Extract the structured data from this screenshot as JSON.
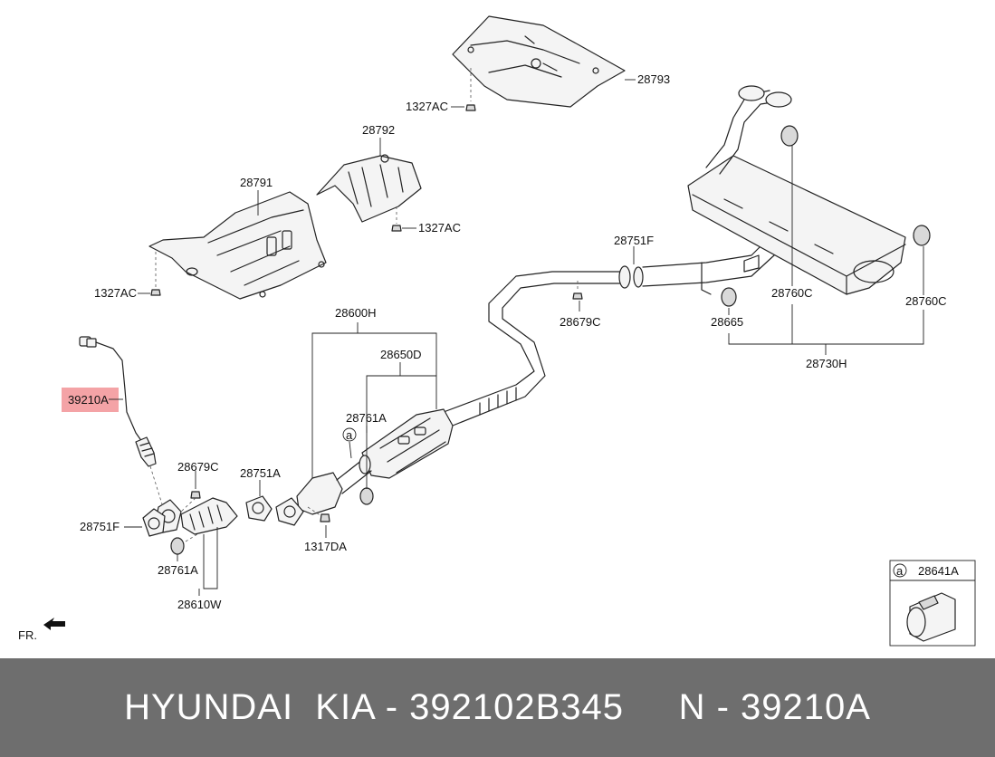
{
  "labels": {
    "p28793": "28793",
    "p1327ac_top": "1327AC",
    "p28792": "28792",
    "p28791": "28791",
    "p1327ac_mid": "1327AC",
    "p1327ac_left": "1327AC",
    "p28751f_right": "28751F",
    "p28679c_right": "28679C",
    "p28665": "28665",
    "p28760c_a": "28760C",
    "p28760c_b": "28760C",
    "p28730h": "28730H",
    "p28600h": "28600H",
    "p28650d": "28650D",
    "p28761a_top": "28761A",
    "p39210a": "39210A",
    "p28679c_left": "28679C",
    "p28751a": "28751A",
    "p28751f_left": "28751F",
    "p1317da": "1317DA",
    "p28761a_bottom": "28761A",
    "p28610w": "28610W",
    "callout_a": "a",
    "inset_a": "a",
    "inset_part": "28641A",
    "front_marker": "FR."
  },
  "colors": {
    "highlight": "#f4a3a6",
    "footer_bg": "#6e6e6e",
    "footer_text": "#ffffff"
  },
  "footer": {
    "brand": "HYUNDAI  KIA - 392102B345",
    "part_ref": "N - 39210A"
  }
}
